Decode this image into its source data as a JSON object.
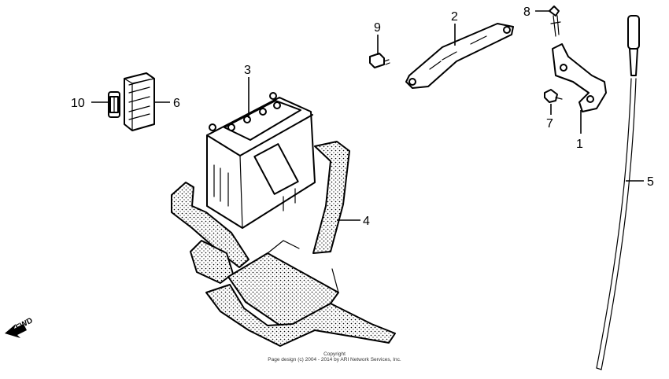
{
  "callouts": [
    {
      "id": "1",
      "label": "1"
    },
    {
      "id": "2",
      "label": "2"
    },
    {
      "id": "3",
      "label": "3"
    },
    {
      "id": "4",
      "label": "4"
    },
    {
      "id": "5",
      "label": "5"
    },
    {
      "id": "6",
      "label": "6"
    },
    {
      "id": "7",
      "label": "7"
    },
    {
      "id": "8",
      "label": "8"
    },
    {
      "id": "9",
      "label": "9"
    },
    {
      "id": "10",
      "label": "10"
    }
  ],
  "direction_label": "FWD",
  "copyright": {
    "line1": "Copyright",
    "line2": "Page design (c) 2004 - 2014 by ARI Network Services, Inc."
  },
  "colors": {
    "ink": "#000000",
    "background": "#ffffff"
  }
}
